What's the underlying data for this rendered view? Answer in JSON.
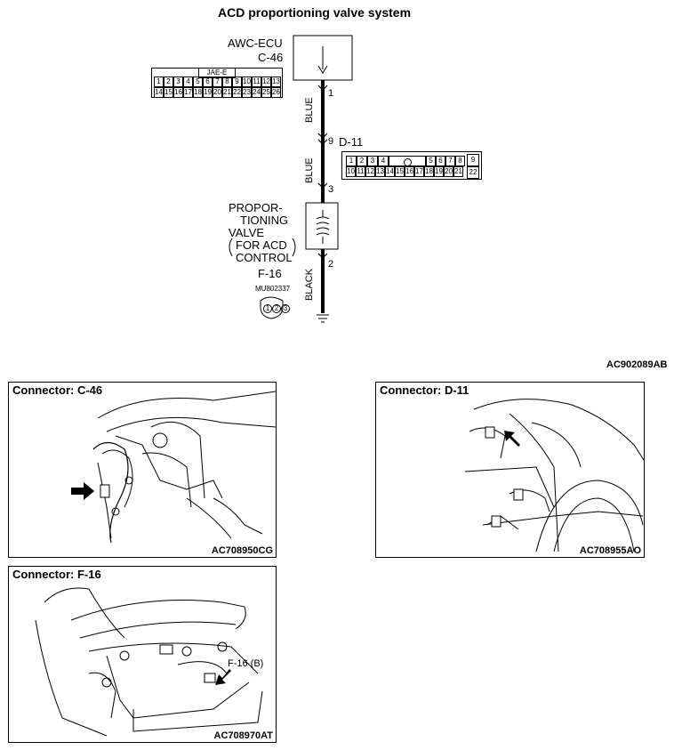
{
  "title": "ACD proportioning valve system",
  "diagram_code": "AC902089AB",
  "ecu": {
    "name": "AWC-ECU",
    "connector": "C-46",
    "connector_tag": "JAE-E",
    "pins_row1": [
      "1",
      "2",
      "3",
      "4",
      "5",
      "6",
      "7",
      "8",
      "9",
      "10",
      "11",
      "12",
      "13"
    ],
    "pins_row2": [
      "14",
      "15",
      "16",
      "17",
      "18",
      "19",
      "20",
      "21",
      "22",
      "23",
      "24",
      "25",
      "26"
    ]
  },
  "wires": [
    {
      "color": "BLUE",
      "from_pin": "1",
      "to_pin": "9"
    },
    {
      "color": "BLUE",
      "from_pin": "9",
      "to_pin": "3"
    },
    {
      "color": "BLACK",
      "from_pin": "2",
      "to_pin": "ground"
    }
  ],
  "junction": {
    "connector": "D-11",
    "pins_row1_left": [
      "1",
      "2",
      "3",
      "4"
    ],
    "pins_row1_right": [
      "5",
      "6",
      "7",
      "8"
    ],
    "pin_9": "9",
    "pins_row2": [
      "10",
      "11",
      "12",
      "13",
      "14",
      "15",
      "16",
      "17",
      "18",
      "19",
      "20",
      "21"
    ],
    "pin_22": "22"
  },
  "pin_labels": {
    "p1": "1",
    "p9": "9",
    "p3": "3",
    "p2": "2"
  },
  "valve": {
    "line1": "PROPOR-",
    "line2": "TIONING",
    "line3": "VALVE",
    "line4": "FOR ACD",
    "line5": "CONTROL",
    "connector": "F-16",
    "part_no": "MU802337",
    "pins": [
      "1",
      "2",
      "3"
    ]
  },
  "panels": [
    {
      "title": "Connector: C-46",
      "code": "AC708950CG"
    },
    {
      "title": "Connector: D-11",
      "code": "AC708955AO"
    },
    {
      "title": "Connector: F-16",
      "code": "AC708970AT",
      "callout": "F-16 (B)"
    }
  ]
}
